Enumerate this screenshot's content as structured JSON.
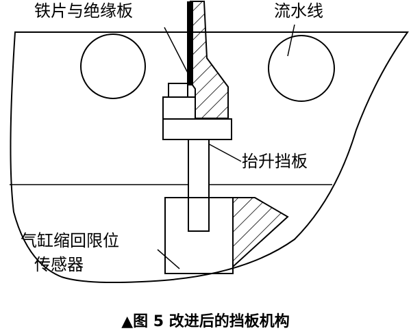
{
  "labels": {
    "iron_insulation": "铁片与绝缘板",
    "conveyor_line": "流水线",
    "lift_baffle": "抬升挡板",
    "sensor_line1": "气缸缩回限位",
    "sensor_line2": "传感器"
  },
  "caption": "▲图 5  改进后的挡板机构",
  "colors": {
    "stroke": "#000000",
    "background": "#ffffff"
  }
}
